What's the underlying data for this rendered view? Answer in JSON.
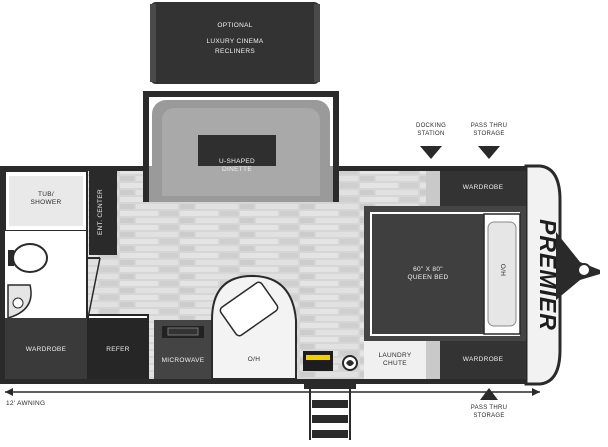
{
  "labels": {
    "optional_recliners_line1": "OPTIONAL",
    "optional_recliners_line2": "LUXURY CINEMA",
    "optional_recliners_line3": "RECLINERS",
    "dinette": "U-SHAPED\nDINETTE",
    "docking_station": "DOCKING\nSTATION",
    "pass_thru_top": "PASS THRU\nSTORAGE",
    "wardrobe_front_top": "WARDROBE",
    "tub_shower": "TUB/\nSHOWER",
    "ent_center": "ENT. CENTER",
    "queen_bed": "60\" X 80\"\nQUEEN BED",
    "oh": "O/H",
    "wardrobe_rear": "WARDROBE",
    "refer": "REFER",
    "microwave": "MICROWAVE",
    "oh_kitchen": "O/H",
    "laundry_chute": "LAUNDRY\nCHUTE",
    "wardrobe_front_bottom": "WARDROBE",
    "awning": "12' AWNING",
    "pass_thru_bottom": "PASS THRU\nSTORAGE",
    "brand_name": "PREMIER"
  },
  "colors": {
    "dark": "#3a3a3a",
    "darker": "#262626",
    "mid": "#8c8c8c",
    "floor": "#d9d9d9",
    "light": "#f2f2f2"
  },
  "icons": {
    "docking_arrow": "triangle-down-icon",
    "pass_thru_arrow_top": "triangle-down-icon",
    "pass_thru_arrow_bottom": "triangle-up-icon",
    "badges": "brand-badge-icon"
  }
}
